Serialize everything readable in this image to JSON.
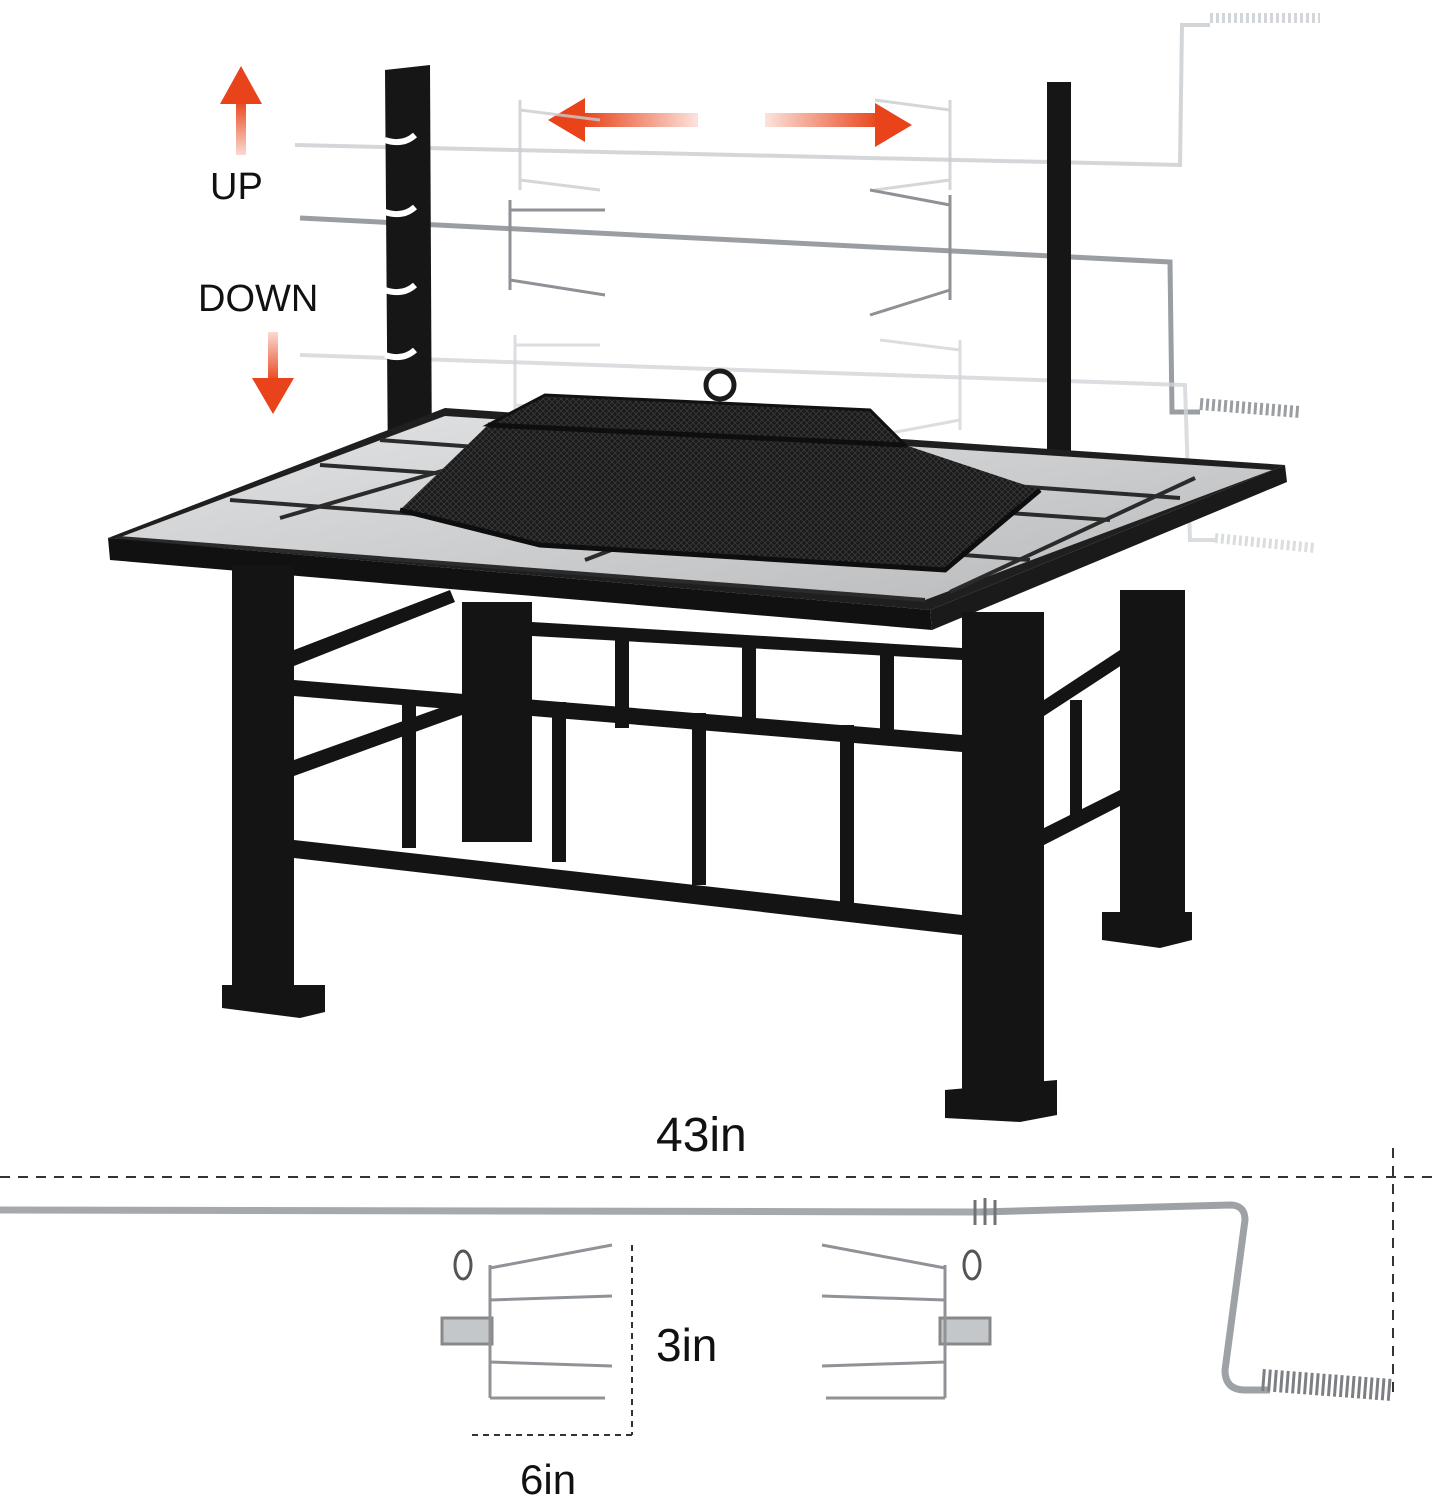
{
  "labels": {
    "up": "UP",
    "down": "DOWN",
    "length": "43in",
    "fork_height": "3in",
    "fork_width": "6in"
  },
  "colors": {
    "arrow": "#e8431a",
    "steel": "#222222",
    "tile": "#c9cbcc",
    "rod": "#b8bcbf"
  },
  "icons": {
    "up_arrow": "arrow-up-icon",
    "down_arrow": "arrow-down-icon",
    "double_arrow": "double-arrow-icon"
  }
}
